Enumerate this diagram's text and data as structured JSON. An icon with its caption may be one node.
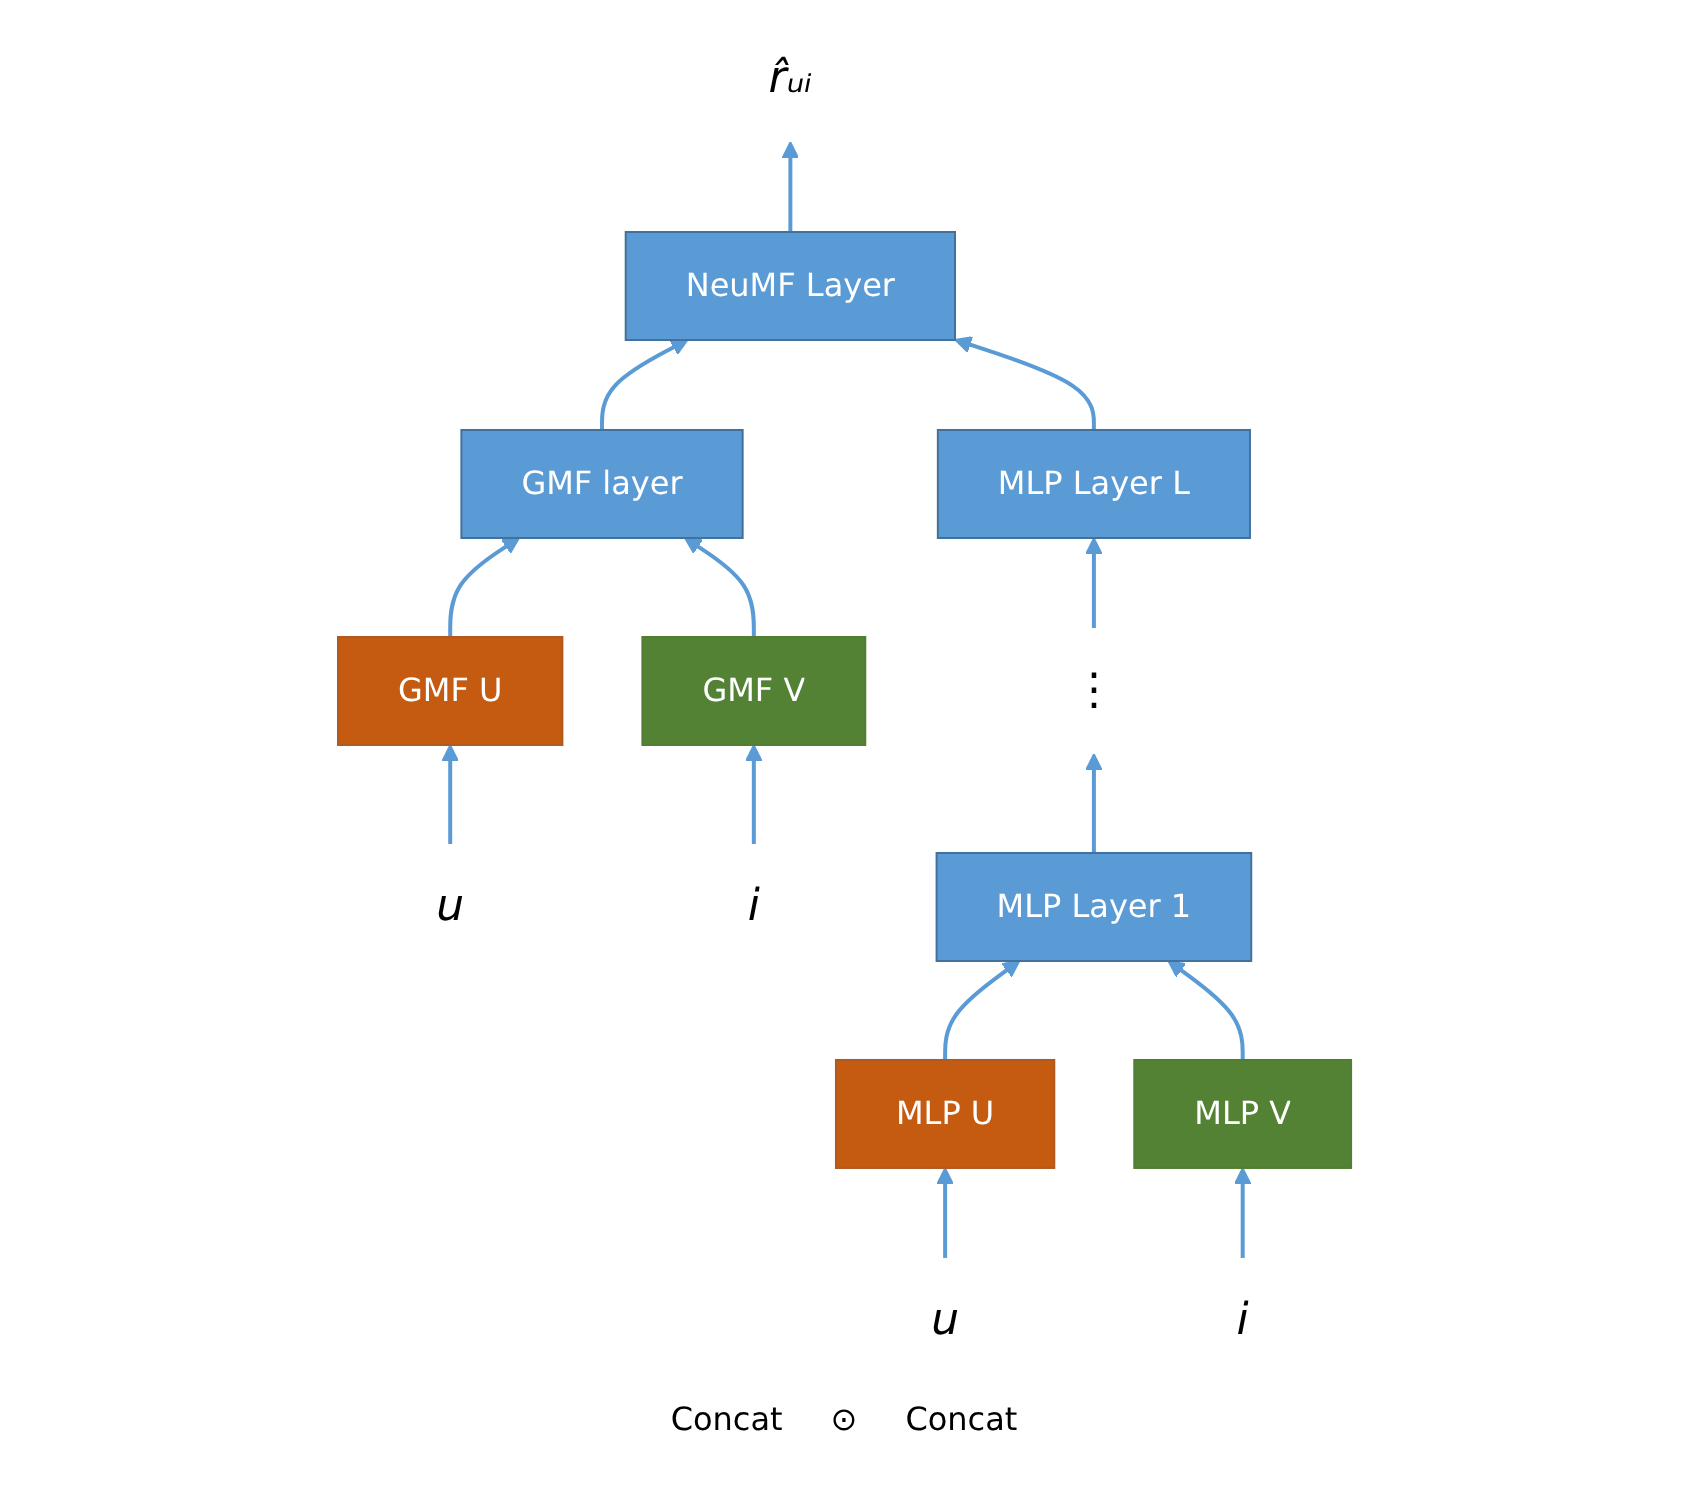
{
  "diagram": {
    "nodes": [
      {
        "text": [
          "r̂ᵤᵢ"
        ]
      },
      {
        "text": [
          "NeuMF Layer"
        ]
      },
      {
        "text": [
          "MLP Layer L"
        ]
      },
      {
        "text": [
          "⋮"
        ]
      },
      {
        "text": [
          "GMF layer"
        ]
      },
      {
        "text": [
          "MLP Layer 1"
        ]
      },
      {
        "text": [
          "GMF U"
        ]
      },
      {
        "text": [
          "MLP U"
        ]
      },
      {
        "text": [
          "GMF V"
        ]
      },
      {
        "text": [
          "MLP V"
        ]
      },
      {
        "text": [
          "u"
        ]
      },
      {
        "text": [
          "u"
        ]
      },
      {
        "text": [
          "i"
        ]
      },
      {
        "text": [
          "i"
        ]
      }
    ],
    "edges": [
      {
        "from": 1,
        "to": 0,
        "arrow": "to"
      },
      {
        "from": 4,
        "to": 1,
        "arrow": "to"
      },
      {
        "from": 2,
        "to": 1,
        "arrow": "to"
      },
      {
        "from": 3,
        "to": 2,
        "arrow": "to"
      },
      {
        "from": 5,
        "to": 3,
        "arrow": "to"
      },
      {
        "from": 6,
        "to": 4,
        "arrow": "to"
      },
      {
        "from": 8,
        "to": 4,
        "arrow": "to"
      },
      {
        "from": 7,
        "to": 5,
        "arrow": "to"
      },
      {
        "from": 9,
        "to": 5,
        "arrow": "to"
      },
      {
        "from": 10,
        "to": 6,
        "arrow": "to"
      },
      {
        "from": 11,
        "to": 7,
        "arrow": "to"
      },
      {
        "from": 12,
        "to": 8,
        "arrow": "to"
      },
      {
        "from": 13,
        "to": 9,
        "arrow": "to"
      }
    ],
    "labels": [
      "Concat",
      "⊙",
      "Concat"
    ]
  }
}
